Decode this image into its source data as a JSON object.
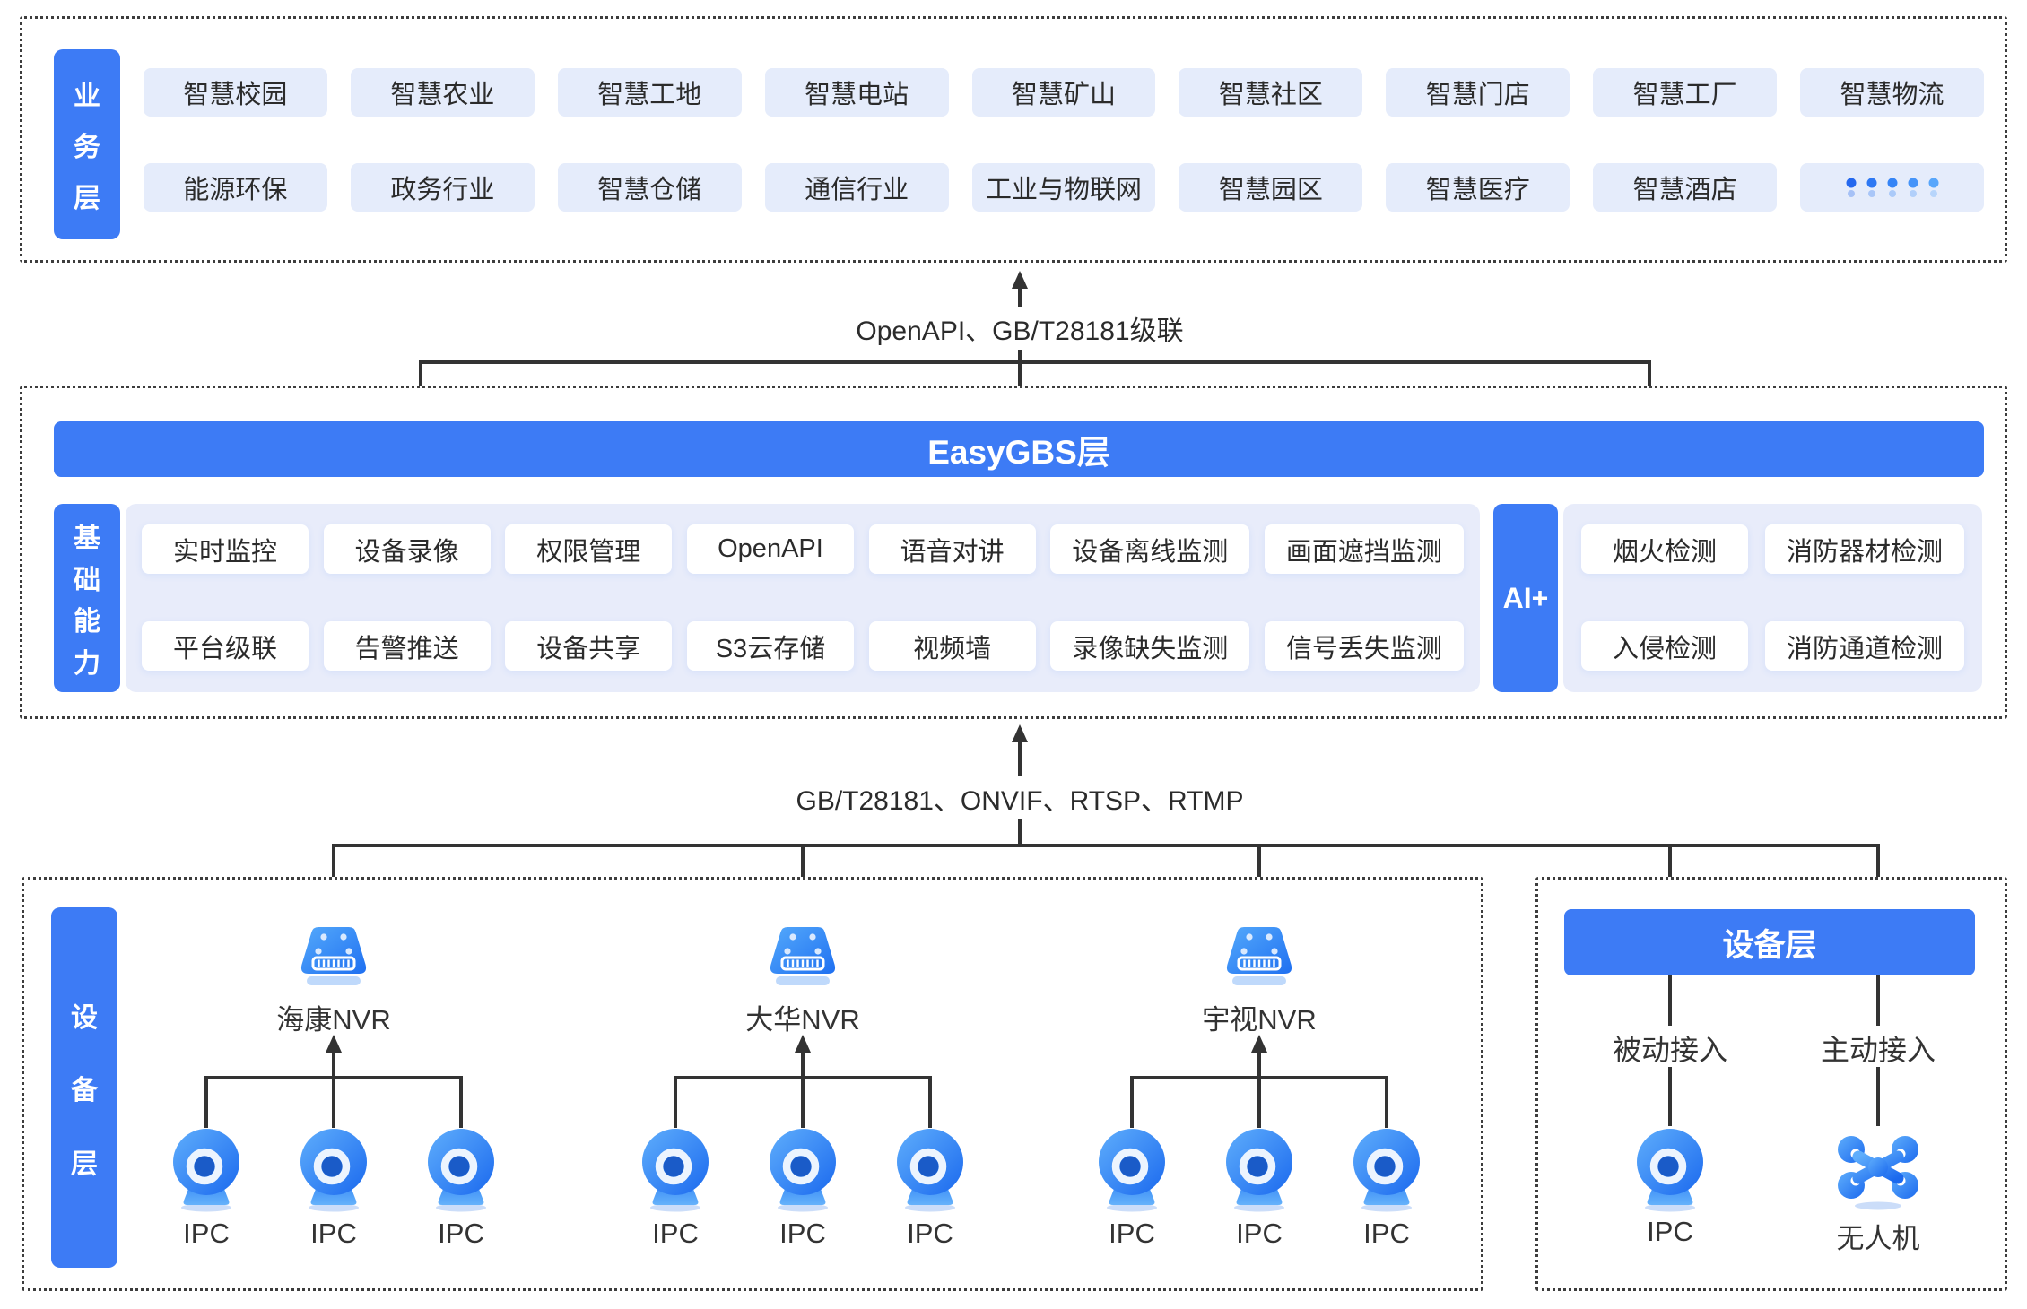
{
  "colors": {
    "primary": "#3D7BF5",
    "chip_bg": "#E5ECFB",
    "panel_bg": "#E8ECFA",
    "line": "#333333",
    "text": "#2B2B2B"
  },
  "business": {
    "label": "业务层",
    "row1": [
      "智慧校园",
      "智慧农业",
      "智慧工地",
      "智慧电站",
      "智慧矿山",
      "智慧社区",
      "智慧门店",
      "智慧工厂",
      "智慧物流"
    ],
    "row2": [
      "能源环保",
      "政务行业",
      "智慧仓储",
      "通信行业",
      "工业与物联网",
      "智慧园区",
      "智慧医疗",
      "智慧酒店"
    ]
  },
  "link_top": {
    "label": "OpenAPI、GB/T28181级联"
  },
  "platform": {
    "title": "EasyGBS层"
  },
  "basic": {
    "label": "基础能力",
    "row1": [
      "实时监控",
      "设备录像",
      "权限管理",
      "OpenAPI",
      "语音对讲",
      "设备离线监测",
      "画面遮挡监测"
    ],
    "row2": [
      "平台级联",
      "告警推送",
      "设备共享",
      "S3云存储",
      "视频墙",
      "录像缺失监测",
      "信号丢失监测"
    ]
  },
  "ai": {
    "label": "AI+",
    "row1": [
      "烟火检测",
      "消防器材检测"
    ],
    "row2": [
      "入侵检测",
      "消防通道检测"
    ]
  },
  "link_bottom": {
    "label": "GB/T28181、ONVIF、RTSP、RTMP"
  },
  "devices": {
    "label": "设备层",
    "groups": [
      {
        "name": "海康NVR",
        "cameras": [
          "IPC",
          "IPC",
          "IPC"
        ]
      },
      {
        "name": "大华NVR",
        "cameras": [
          "IPC",
          "IPC",
          "IPC"
        ]
      },
      {
        "name": "宇视NVR",
        "cameras": [
          "IPC",
          "IPC",
          "IPC"
        ]
      }
    ]
  },
  "access_panel": {
    "title": "设备层",
    "columns": [
      {
        "label": "被动接入",
        "device": "IPC",
        "icon": "camera-icon"
      },
      {
        "label": "主动接入",
        "device": "无人机",
        "icon": "drone-icon"
      }
    ]
  }
}
